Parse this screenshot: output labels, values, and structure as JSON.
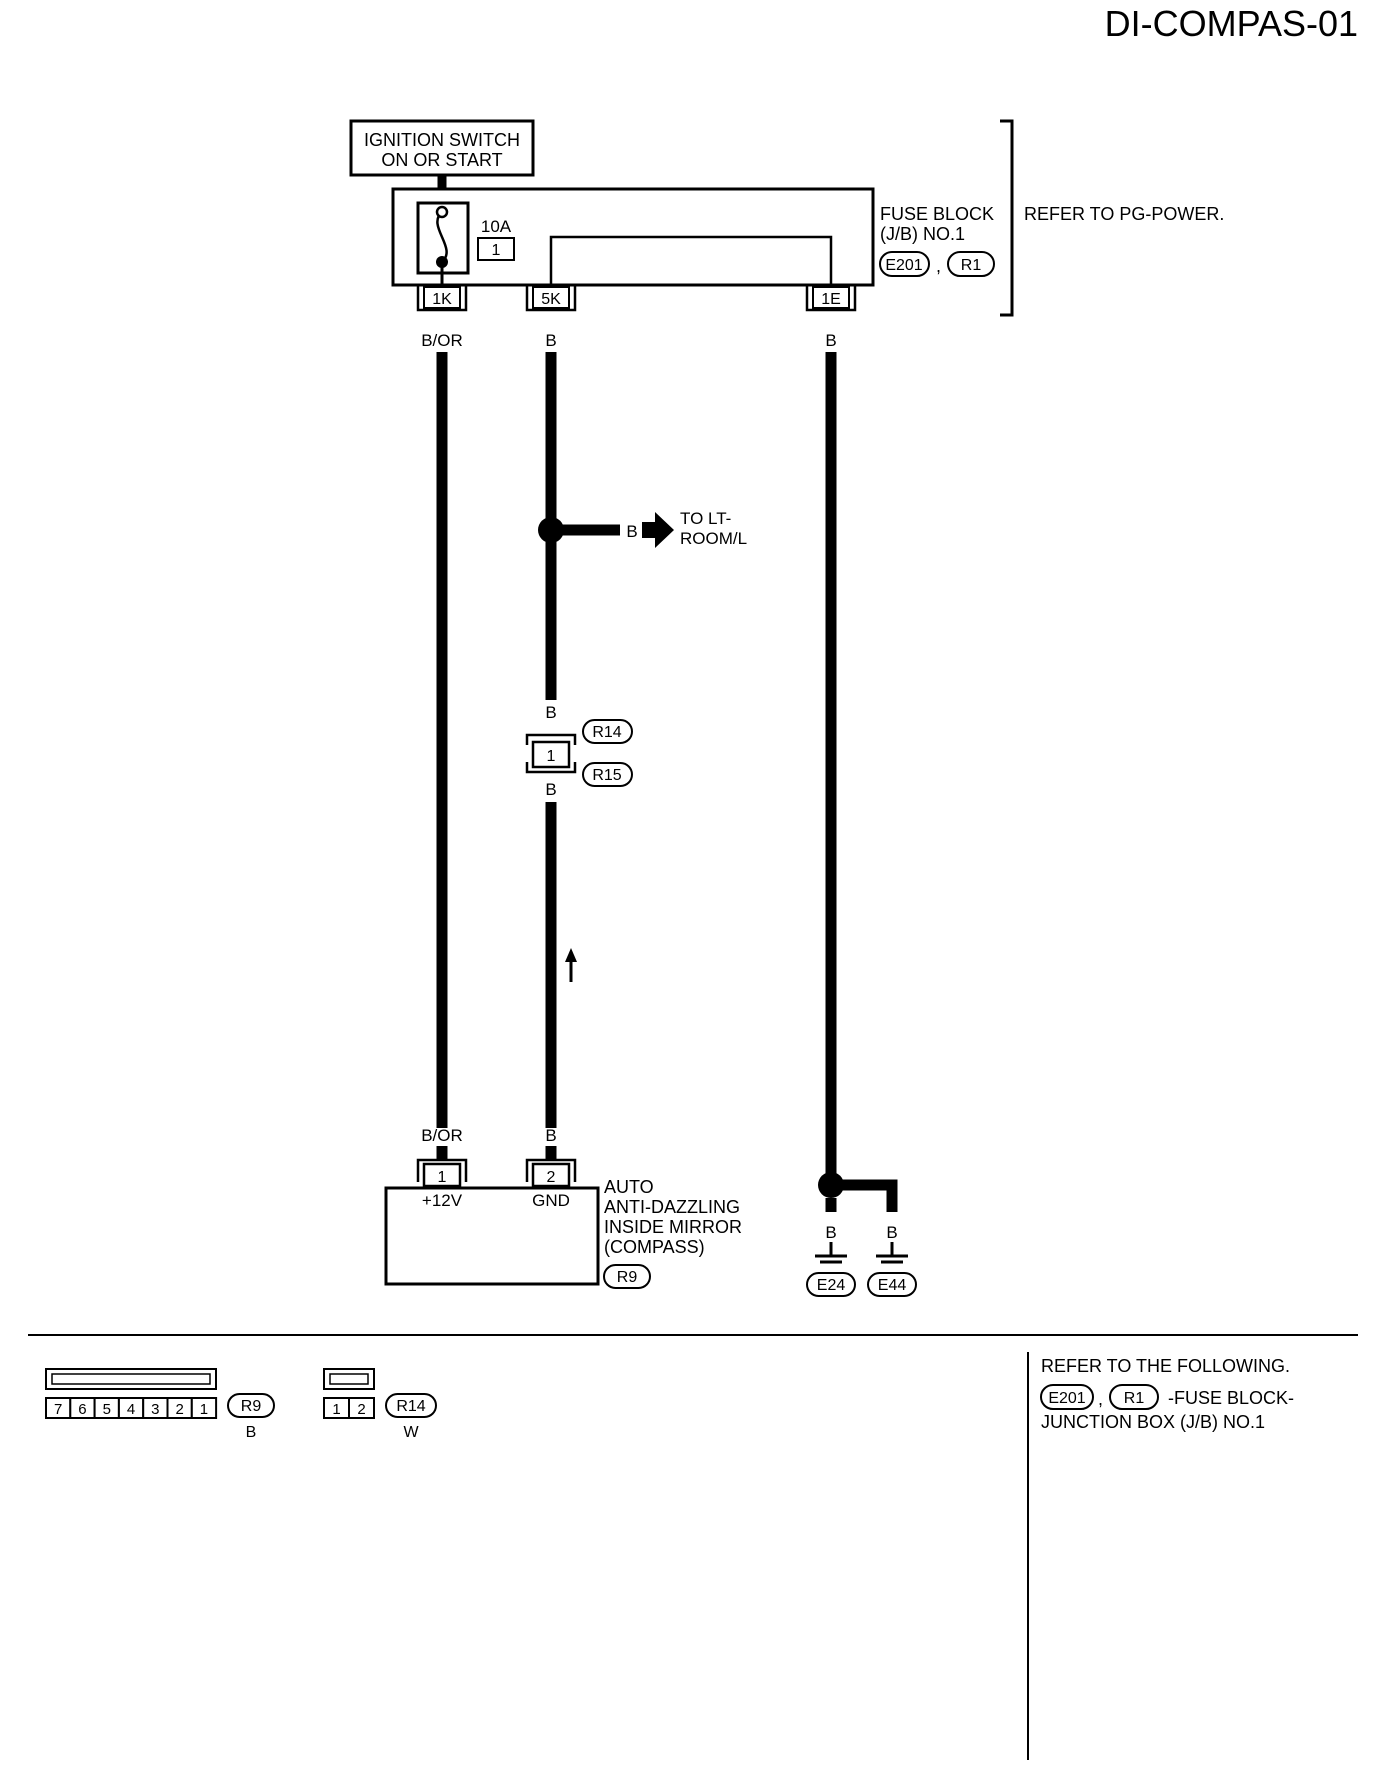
{
  "page_title": "DI-COMPAS-01",
  "ignition_switch": {
    "line1": "IGNITION SWITCH",
    "line2": "ON OR START"
  },
  "fuse": {
    "rating": "10A",
    "number": "1"
  },
  "fuse_block": {
    "line1": "FUSE BLOCK",
    "line2": "(J/B) NO.1",
    "connector_a": "E201",
    "separator": ",",
    "connector_b": "R1",
    "refer": "REFER TO PG-POWER."
  },
  "terminals": {
    "t1k": "1K",
    "t5k": "5K",
    "t1e": "1E"
  },
  "wire_colors": {
    "bor": "B/OR",
    "b": "B"
  },
  "branch": {
    "color": "B",
    "line1": "TO LT-",
    "line2": "ROOM/L"
  },
  "inline_connector": {
    "pin": "1",
    "upper": "R14",
    "lower": "R15"
  },
  "mirror": {
    "pin1": "1",
    "pin2": "2",
    "pin1_label": "+12V",
    "pin2_label": "GND",
    "line1": "AUTO",
    "line2": "ANTI-DAZZLING",
    "line3": "INSIDE MIRROR",
    "line4": "(COMPASS)",
    "connector": "R9"
  },
  "grounds": {
    "g1": "E24",
    "g2": "E44"
  },
  "connector_views": {
    "r9": {
      "pins": [
        "7",
        "6",
        "5",
        "4",
        "3",
        "2",
        "1"
      ],
      "id": "R9",
      "color": "B"
    },
    "r14": {
      "pins": [
        "1",
        "2"
      ],
      "id": "R14",
      "color": "W"
    }
  },
  "refer_following": {
    "title": "REFER TO THE FOLLOWING.",
    "conn_a": "E201",
    "sep": ",",
    "conn_b": "R1",
    "desc1": "-FUSE BLOCK-",
    "desc2": "JUNCTION BOX (J/B) NO.1"
  }
}
